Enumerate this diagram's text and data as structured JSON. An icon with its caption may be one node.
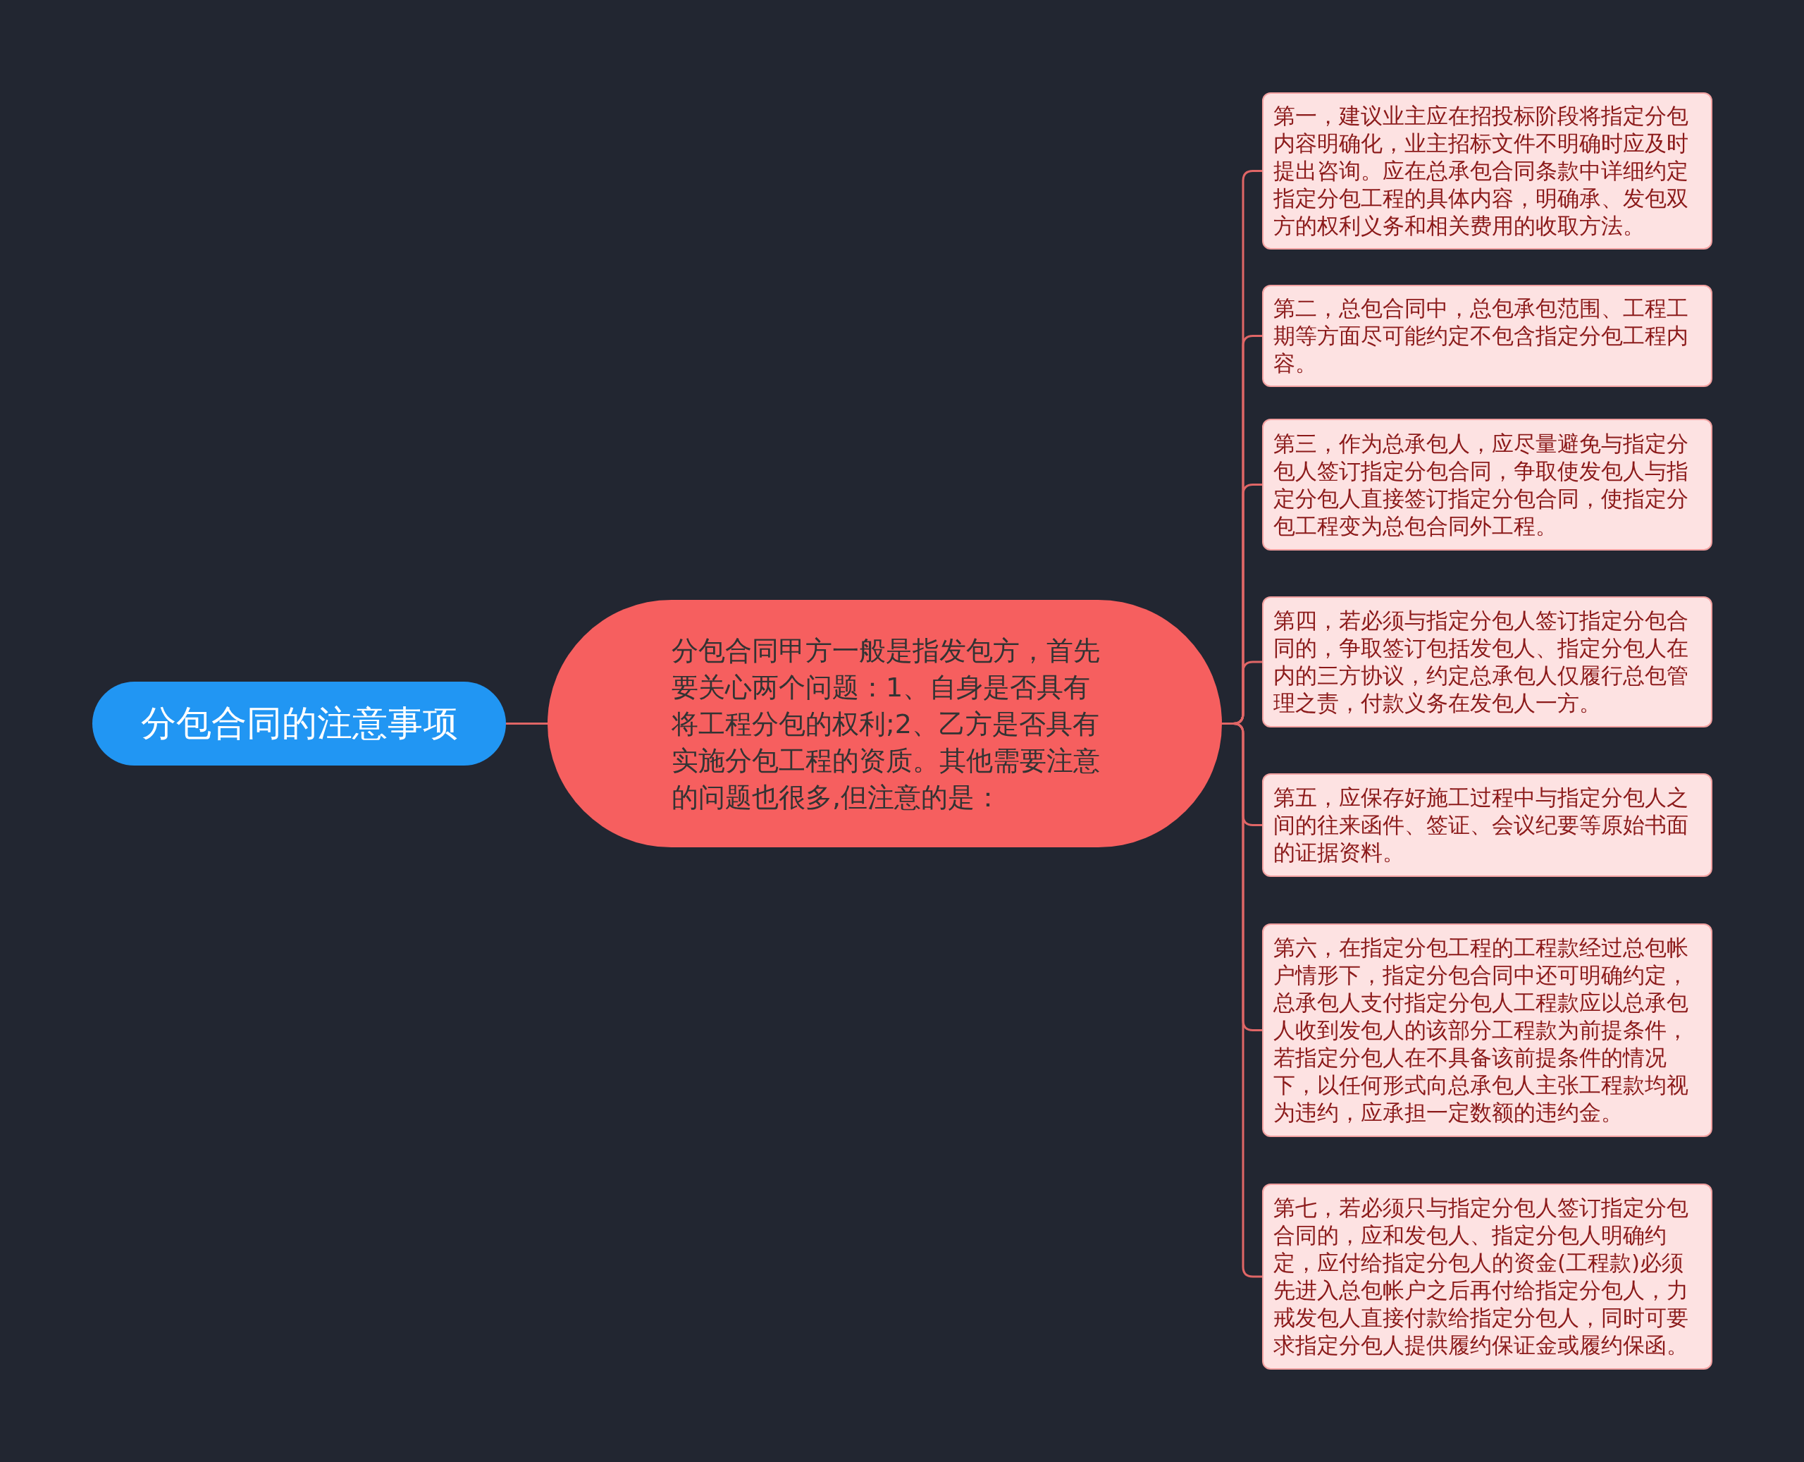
{
  "diagram": {
    "nodes": [
      {
        "text": [
          "分包合同的注意事项"
        ]
      },
      {
        "text": [
          "分包合同甲方一般是指发包方，首先要关心两个问题：1、自身是否具有将工程分包的权利;2、乙方是否具有实施分包工程的资质。其他需要注意的问题也很多,但注意的是："
        ]
      },
      {
        "text": [
          "第一，建议业主应在招投标阶段将指定分包内容明确化，业主招标文件不明确时应及时提出咨询。应在总承包合同条款中详细约定指定分包工程的具体内容，明确承、发包双方的权利义务和相关费用的收取方法。"
        ]
      },
      {
        "text": [
          "第二，总包合同中，总包承包范围、工程工期等方面尽可能约定不包含指定分包工程内容。"
        ]
      },
      {
        "text": [
          "第三，作为总承包人，应尽量避免与指定分包人签订指定分包合同，争取使发包人与指定分包人直接签订指定分包合同，使指定分包工程变为总包合同外工程。"
        ]
      },
      {
        "text": [
          "第四，若必须与指定分包人签订指定分包合同的，争取签订包括发包人、指定分包人在内的三方协议，约定总承包人仅履行总包管理之责，付款义务在发包人一方。"
        ]
      },
      {
        "text": [
          "第五，应保存好施工过程中与指定分包人之间的往来函件、签证、会议纪要等原始书面的证据资料。"
        ]
      },
      {
        "text": [
          "第六，在指定分包工程的工程款经过总包帐户情形下，指定分包合同中还可明确约定，总承包人支付指定分包人工程款应以总承包人收到发包人的该部分工程款为前提条件，若指定分包人在不具备该前提条件的情况下，以任何形式向总承包人主张工程款均视为违约，应承担一定数额的违约金。"
        ]
      },
      {
        "text": [
          "第七，若必须只与指定分包人签订指定分包合同的，应和发包人、指定分包人明确约定，应付给指定分包人的资金(工程款)必须先进入总包帐户之后再付给指定分包人，力戒发包人直接付款给指定分包人，同时可要求指定分包人提供履约保证金或履约保函。"
        ]
      }
    ],
    "edges": [
      {
        "from": 0,
        "to": 1,
        "arrow": "none"
      },
      {
        "from": 1,
        "to": 2,
        "arrow": "none"
      },
      {
        "from": 1,
        "to": 3,
        "arrow": "none"
      },
      {
        "from": 1,
        "to": 4,
        "arrow": "none"
      },
      {
        "from": 1,
        "to": 5,
        "arrow": "none"
      },
      {
        "from": 1,
        "to": 6,
        "arrow": "none"
      },
      {
        "from": 1,
        "to": 7,
        "arrow": "none"
      },
      {
        "from": 1,
        "to": 8,
        "arrow": "none"
      }
    ]
  }
}
